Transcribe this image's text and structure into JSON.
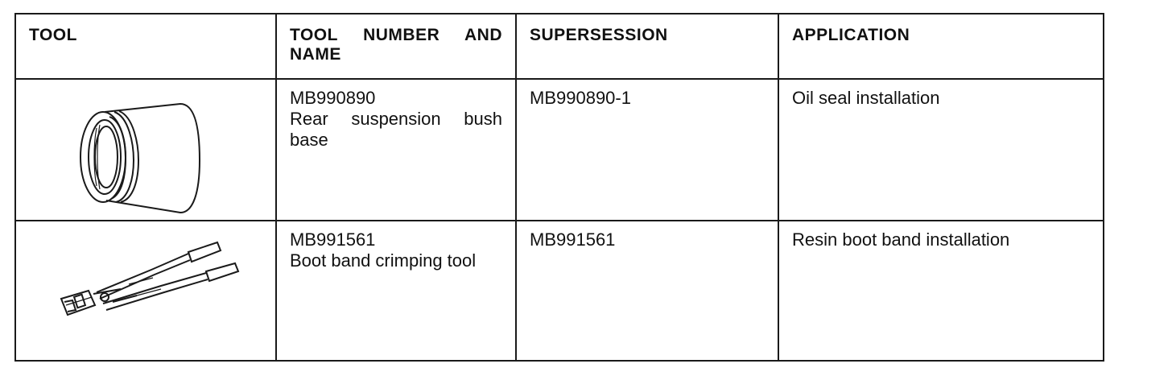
{
  "table": {
    "headers": {
      "tool": "TOOL",
      "tool_number_and_name_line1": "TOOL NUMBER AND",
      "tool_number_and_name_line2": "NAME",
      "supersession": "SUPERSESSION",
      "application": "APPLICATION"
    },
    "rows": [
      {
        "illustration": "cylindrical-bush-base-illustration",
        "tool_number": "MB990890",
        "tool_name_line1": "Rear suspension bush",
        "tool_name_line2": "base",
        "supersession": "MB990890-1",
        "application": "Oil seal installation"
      },
      {
        "illustration": "crimping-pliers-illustration",
        "tool_number": "MB991561",
        "tool_name_line1": "Boot band crimping tool",
        "tool_name_line2": "",
        "supersession": "MB991561",
        "application": "Resin boot band installation"
      }
    ]
  }
}
